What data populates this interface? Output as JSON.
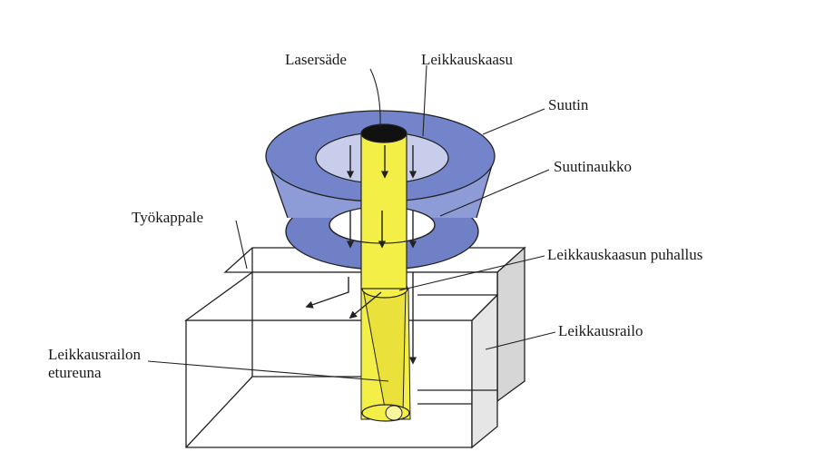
{
  "labels": {
    "laser_beam": "Lasersäde",
    "cutting_gas": "Leikkauskaasu",
    "nozzle": "Suutin",
    "nozzle_opening": "Suutinaukko",
    "workpiece": "Työkappale",
    "gas_blow": "Leikkauskaasun puhallus",
    "kerf": "Leikkausrailo",
    "kerf_front_line1": "Leikkausrailon",
    "kerf_front_line2": "etureuna"
  },
  "colors": {
    "nozzle": "#7788cc",
    "nozzle_dark": "#5566aa",
    "beam": "#f2ec3a",
    "beam_dark": "#d8cf20",
    "outline": "#222222",
    "kerf_shade": "#cfcfcf"
  }
}
